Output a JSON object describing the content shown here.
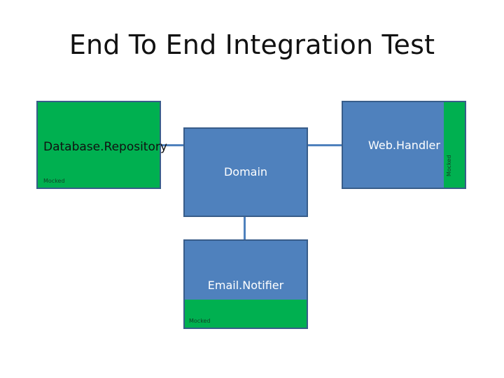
{
  "title": "End To End Integration Test",
  "nodes": {
    "database_repository": {
      "label": "Database.Repository",
      "tag": "Mocked"
    },
    "domain": {
      "label": "Domain"
    },
    "web_handler": {
      "label": "Web.Handler",
      "tag": "Mocked"
    },
    "email_notifier": {
      "label": "Email.Notifier",
      "tag": "Mocked"
    }
  },
  "edges": [
    {
      "from": "database_repository",
      "to": "domain"
    },
    {
      "from": "domain",
      "to": "web_handler"
    },
    {
      "from": "domain",
      "to": "email_notifier"
    }
  ],
  "colors": {
    "component": "#4f81bd",
    "mocked": "#00b050",
    "border": "#385d8a"
  }
}
